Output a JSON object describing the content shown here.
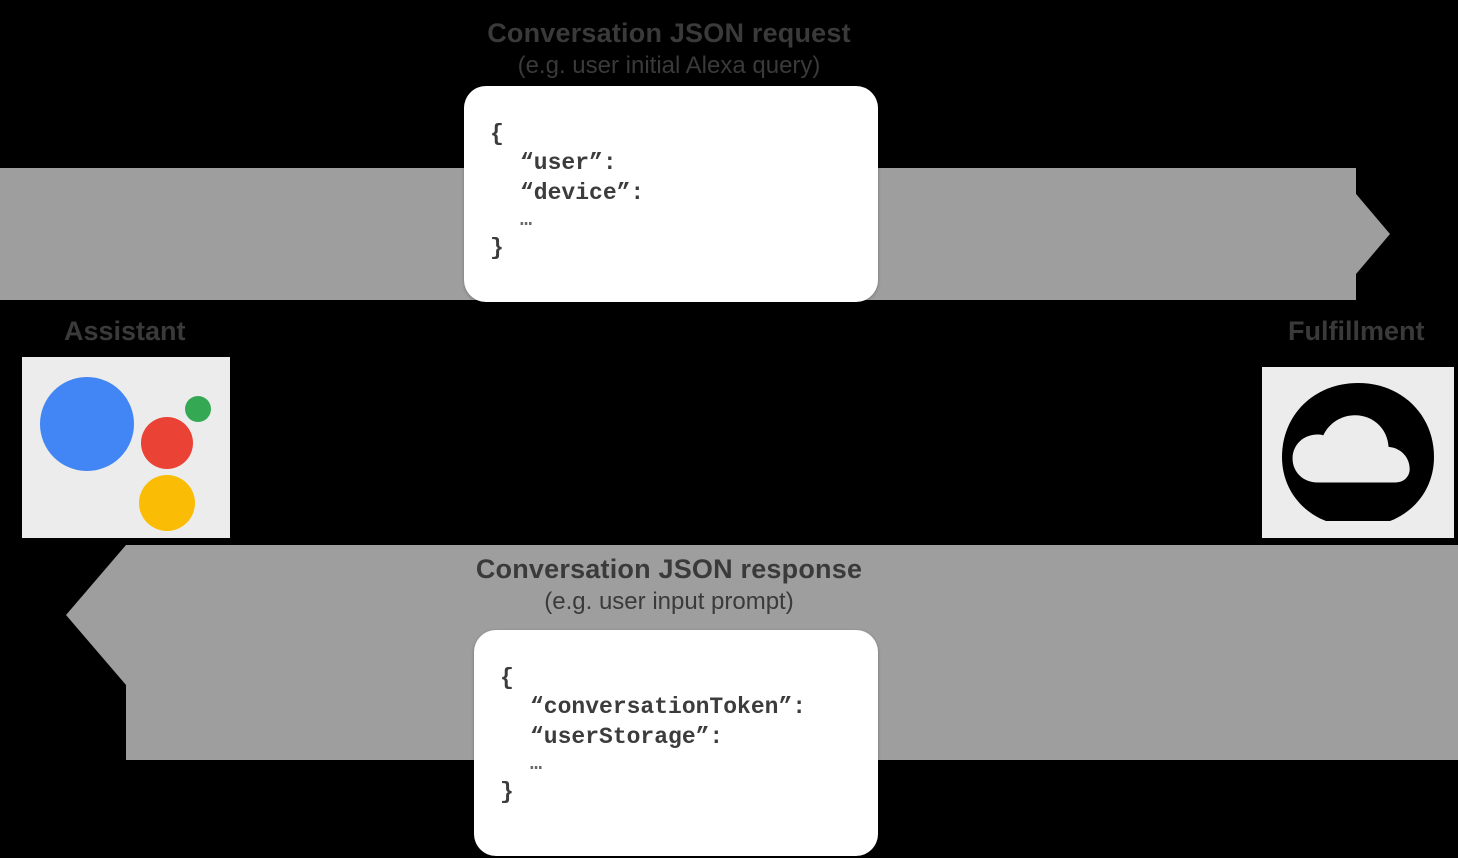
{
  "diagram": {
    "background_color": "#000000",
    "arrow_color": "#9e9e9e",
    "text_color": "#3a3a3a",
    "flows": [
      {
        "id": "request",
        "title": "Conversation JSON request",
        "subtitle": "(e.g. user initial Alexa query)",
        "direction": "assistant-to-fulfillment",
        "json": {
          "open_brace": "{",
          "keys": [
            "“user”:",
            "“device”:"
          ],
          "ellipsis": "…",
          "close_brace": "}"
        }
      },
      {
        "id": "response",
        "title": "Conversation JSON response",
        "subtitle": "(e.g. user input prompt)",
        "direction": "fulfillment-to-assistant",
        "json": {
          "open_brace": "{",
          "keys": [
            "“conversationToken”:",
            "“userStorage”:"
          ],
          "ellipsis": "…",
          "close_brace": "}"
        }
      }
    ],
    "nodes": [
      {
        "id": "assistant",
        "label": "Assistant",
        "icon": "google-assistant-icon",
        "tile_color": "#ececec",
        "colors": {
          "blue": "#4285F4",
          "red": "#EA4335",
          "green": "#34A853",
          "yellow": "#FBBC05"
        }
      },
      {
        "id": "fulfillment",
        "label": "Fulfillment",
        "icon": "cloud-icon",
        "tile_color": "#ececec",
        "colors": {
          "glyph": "#000000"
        }
      }
    ]
  }
}
